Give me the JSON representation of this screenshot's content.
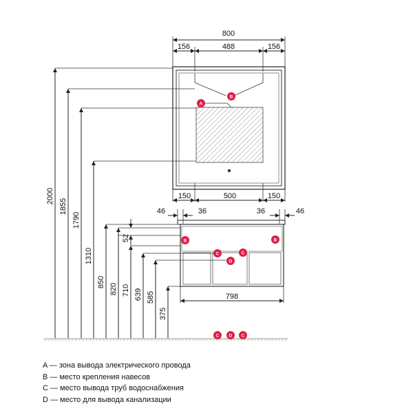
{
  "colors": {
    "marker": "#e11d48",
    "line": "#222222"
  },
  "mirror": {
    "top_dims": {
      "total": "800",
      "left": "156",
      "middle": "488",
      "right": "156"
    },
    "bottom_dims": {
      "left": "150",
      "middle": "500",
      "right": "150"
    }
  },
  "cabinet": {
    "top_dims": {
      "outer_left": "46",
      "inner_left": "36",
      "inner_right": "36",
      "outer_right": "46"
    },
    "bottom_dim": "798"
  },
  "heights": {
    "h2000": "2000",
    "h1855": "1855",
    "h1790": "1790",
    "h1310": "1310",
    "h850": "850",
    "h820": "820",
    "h710": "710",
    "h639": "639",
    "h585": "585",
    "h375": "375",
    "h52": "52"
  },
  "markers": {
    "a": "A",
    "b": "B",
    "c": "C",
    "d": "D"
  },
  "legend": [
    "A — зона вывода электрического провода",
    "B — место крепления навесов",
    "C — место вывода труб водоснабжения",
    "D — место для вывода канализации"
  ]
}
